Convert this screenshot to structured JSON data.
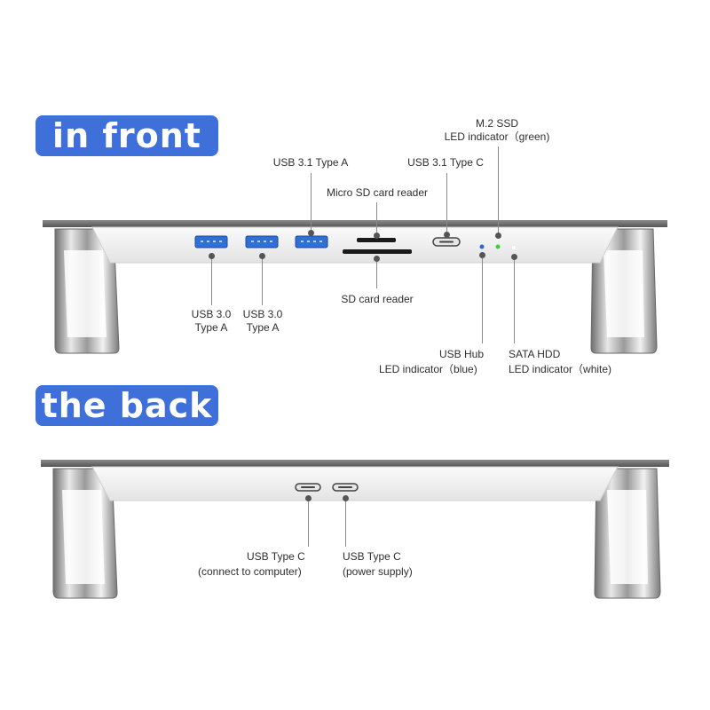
{
  "sections": {
    "front_title": "in front",
    "back_title": "the back"
  },
  "front_labels": {
    "usb31_type_a": "USB 3.1 Type A",
    "micro_sd": "Micro SD card reader",
    "usb31_type_c": "USB 3.1 Type C",
    "m2_ssd_line1": "M.2 SSD",
    "m2_ssd_line2": "LED indicator（green)",
    "usb30_a1_line1": "USB 3.0",
    "usb30_a1_line2": "Type A",
    "usb30_a2_line1": "USB 3.0",
    "usb30_a2_line2": "Type A",
    "sd_card": "SD card reader",
    "usb_hub_line1": "USB Hub",
    "usb_hub_line2": "LED indicator（blue)",
    "sata_line1": "SATA HDD",
    "sata_line2": "LED indicator（white)"
  },
  "back_labels": {
    "typec_computer_line1": "USB Type C",
    "typec_computer_line2": "(connect to computer)",
    "typec_power_line1": "USB Type C",
    "typec_power_line2": "(power supply)"
  },
  "colors": {
    "badge": "#3f6fd8",
    "usb3_port": "#2f6fd6",
    "led_green": "#38d23a",
    "led_blue": "#2e64e8",
    "led_white": "#ffffff"
  }
}
